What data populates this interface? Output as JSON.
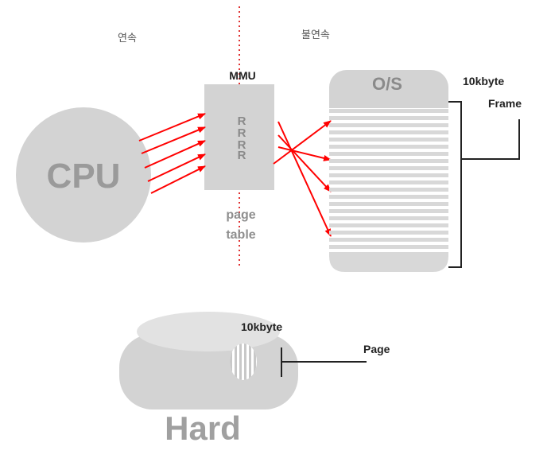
{
  "labels": {
    "contiguous": "연속",
    "non_contiguous": "불연속",
    "mmu": "MMU",
    "os": "O/S",
    "cpu": "CPU",
    "frame_size": "10kbyte",
    "frame": "Frame",
    "page_table_line1": "page",
    "page_table_line2": "table",
    "page_size": "10kbyte",
    "page": "Page",
    "hard": "Hard",
    "mmu_entries": [
      "R",
      "R",
      "R",
      "R"
    ]
  },
  "colors": {
    "arrow": "#ff0000",
    "divider": "#e03030",
    "shape_fill": "#d3d3d3",
    "stripe": "#d8d8d8",
    "bracket": "#222222"
  }
}
